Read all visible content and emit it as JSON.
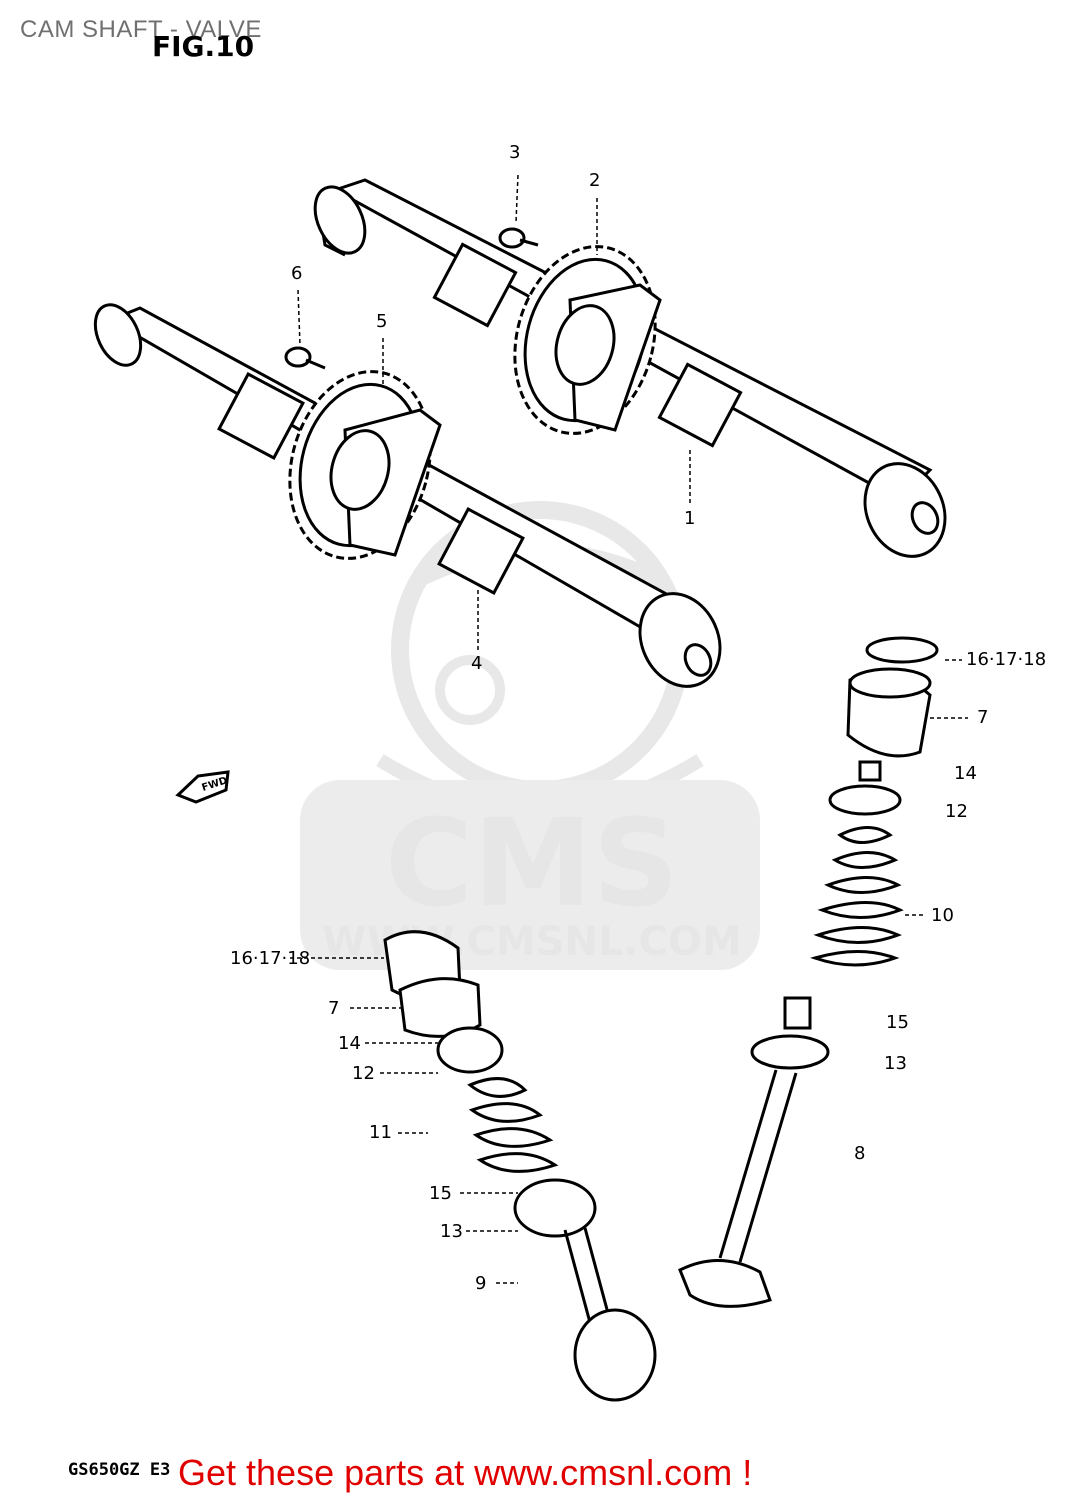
{
  "header": {
    "page_title": "CAM SHAFT - VALVE",
    "figure_label": "FIG.10"
  },
  "watermark": {
    "brand": "CMS",
    "url": "WWW.CMSNL.COM"
  },
  "diagram": {
    "direction_marker": "FWD",
    "callouts": [
      {
        "id": "c1",
        "text": "1"
      },
      {
        "id": "c2",
        "text": "2"
      },
      {
        "id": "c3",
        "text": "3"
      },
      {
        "id": "c4",
        "text": "4"
      },
      {
        "id": "c5",
        "text": "5"
      },
      {
        "id": "c6",
        "text": "6"
      },
      {
        "id": "c7a",
        "text": "7"
      },
      {
        "id": "c7b",
        "text": "7"
      },
      {
        "id": "c8",
        "text": "8"
      },
      {
        "id": "c9",
        "text": "9"
      },
      {
        "id": "c10",
        "text": "10"
      },
      {
        "id": "c11",
        "text": "11"
      },
      {
        "id": "c12a",
        "text": "12"
      },
      {
        "id": "c12b",
        "text": "12"
      },
      {
        "id": "c13a",
        "text": "13"
      },
      {
        "id": "c13b",
        "text": "13"
      },
      {
        "id": "c14a",
        "text": "14"
      },
      {
        "id": "c14b",
        "text": "14"
      },
      {
        "id": "c15a",
        "text": "15"
      },
      {
        "id": "c15b",
        "text": "15"
      },
      {
        "id": "c16a",
        "text": "16·17·18"
      },
      {
        "id": "c16b",
        "text": "16·17·18"
      }
    ]
  },
  "footer": {
    "model_code": "GS650GZ E3",
    "banner": "Get these parts at www.cmsnl.com !"
  },
  "colors": {
    "banner": "#e00000",
    "title": "#707070",
    "watermark": "#e6e6e6",
    "line": "#000000"
  }
}
